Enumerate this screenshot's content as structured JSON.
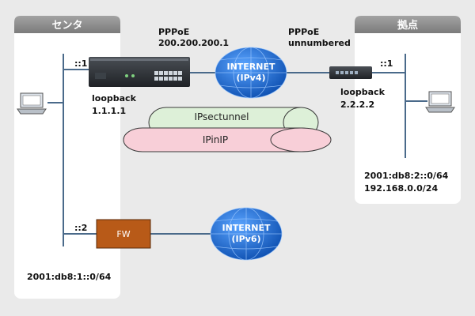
{
  "center": {
    "title": "センタ",
    "if_label_1": "::1",
    "if_label_2": "::2",
    "loopback_label": "loopback",
    "loopback_addr": "1.1.1.1",
    "subnet": "2001:db8:1::0/64"
  },
  "site": {
    "title": "拠点",
    "if_label": "::1",
    "loopback_label": "loopback",
    "loopback_addr": "2.2.2.2",
    "subnet_v6": "2001:db8:2::0/64",
    "subnet_v4": "192.168.0.0/24"
  },
  "links": {
    "pppoe_left_title": "PPPoE",
    "pppoe_left_addr": "200.200.200.1",
    "pppoe_right_title": "PPPoE",
    "pppoe_right_addr": "unnumbered"
  },
  "internet_v4": {
    "line1": "INTERNET",
    "line2": "(IPv4)"
  },
  "internet_v6": {
    "line1": "INTERNET",
    "line2": "(IPv6)"
  },
  "tunnels": {
    "ipsec": "IPsectunnel",
    "ipinip": "IPinIP"
  },
  "fw": {
    "label": "FW"
  },
  "colors": {
    "title_bar": "#8f8f8f",
    "panel": "#ffffff",
    "globe": "#1f6fd1",
    "ipsec_fill": "#ddf0d8",
    "ipinip_fill": "#f8cfd8",
    "fw_fill": "#b85a18"
  }
}
